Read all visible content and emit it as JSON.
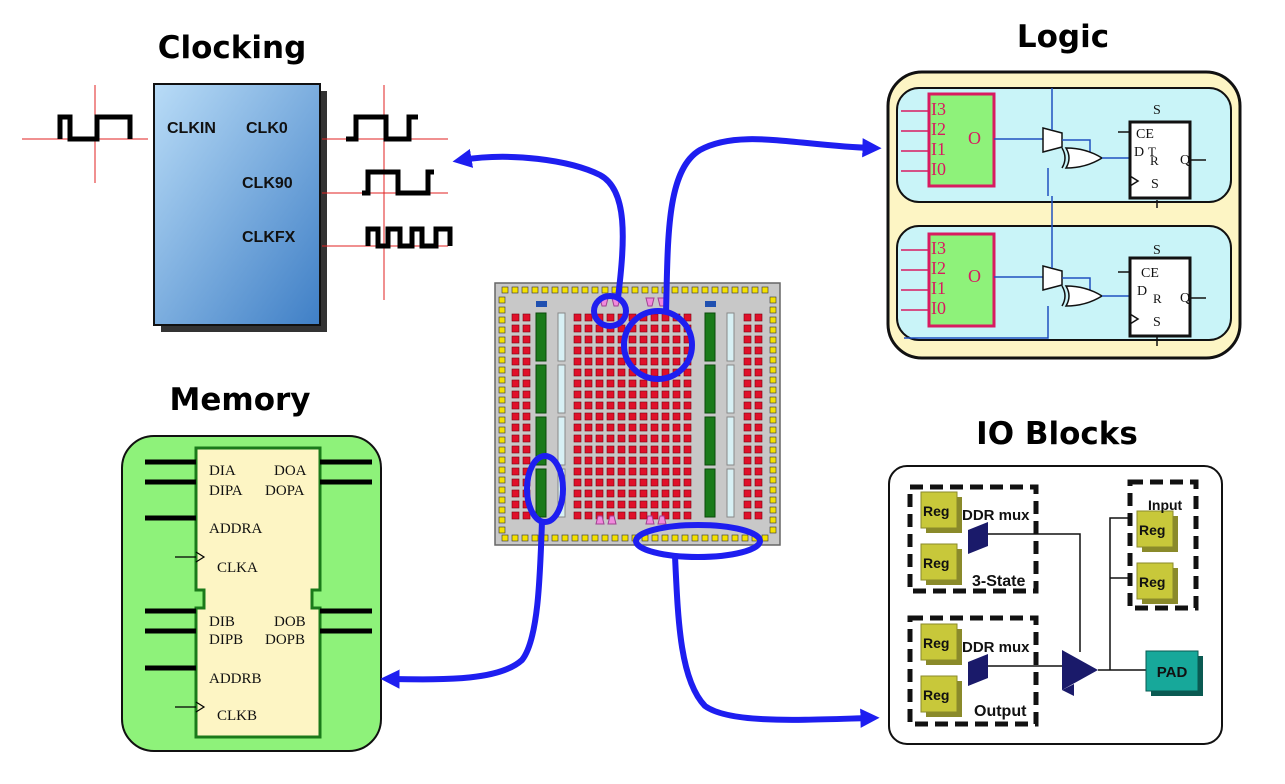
{
  "titles": {
    "clocking": "Clocking",
    "logic": "Logic",
    "memory": "Memory",
    "io_blocks": "IO Blocks"
  },
  "clocking": {
    "clkin": "CLKIN",
    "clk0": "CLK0",
    "clk90": "CLK90",
    "clkfx": "CLKFX",
    "block_color": "#6fa8e0"
  },
  "logic": {
    "lut_inputs": [
      "I3",
      "I2",
      "I1",
      "I0"
    ],
    "lut_output": "O",
    "ff1": {
      "s": "S",
      "ce": "CE",
      "d": "D",
      "t": "T",
      "r": "R",
      "s2": "S",
      "q": "Q"
    },
    "ff2": {
      "s": "S",
      "ce": "CE",
      "d": "D",
      "r": "R",
      "s2": "S",
      "q": "Q"
    },
    "panel_color": "#fdf5c4",
    "slice_color": "#c9f4f8"
  },
  "memory": {
    "dia": "DIA",
    "doa": "DOA",
    "dipa": "DIPA",
    "dopa": "DOPA",
    "addra": "ADDRA",
    "clka": "CLKA",
    "dib": "DIB",
    "dob": "DOB",
    "dipb": "DIPB",
    "dopb": "DOPB",
    "addrb": "ADDRB",
    "clkb": "CLKB",
    "panel_color": "#8ef27a"
  },
  "io": {
    "reg": "Reg",
    "ddr_mux": "DDR mux",
    "three_state": "3-State",
    "output": "Output",
    "input": "Input",
    "pad": "PAD"
  },
  "colors": {
    "arrow": "#1e1ef0",
    "fabric_bg": "#c8c8c8",
    "clb": "#e0102a",
    "bram": "#1a7a1a",
    "io_pad": "#f5e100"
  }
}
